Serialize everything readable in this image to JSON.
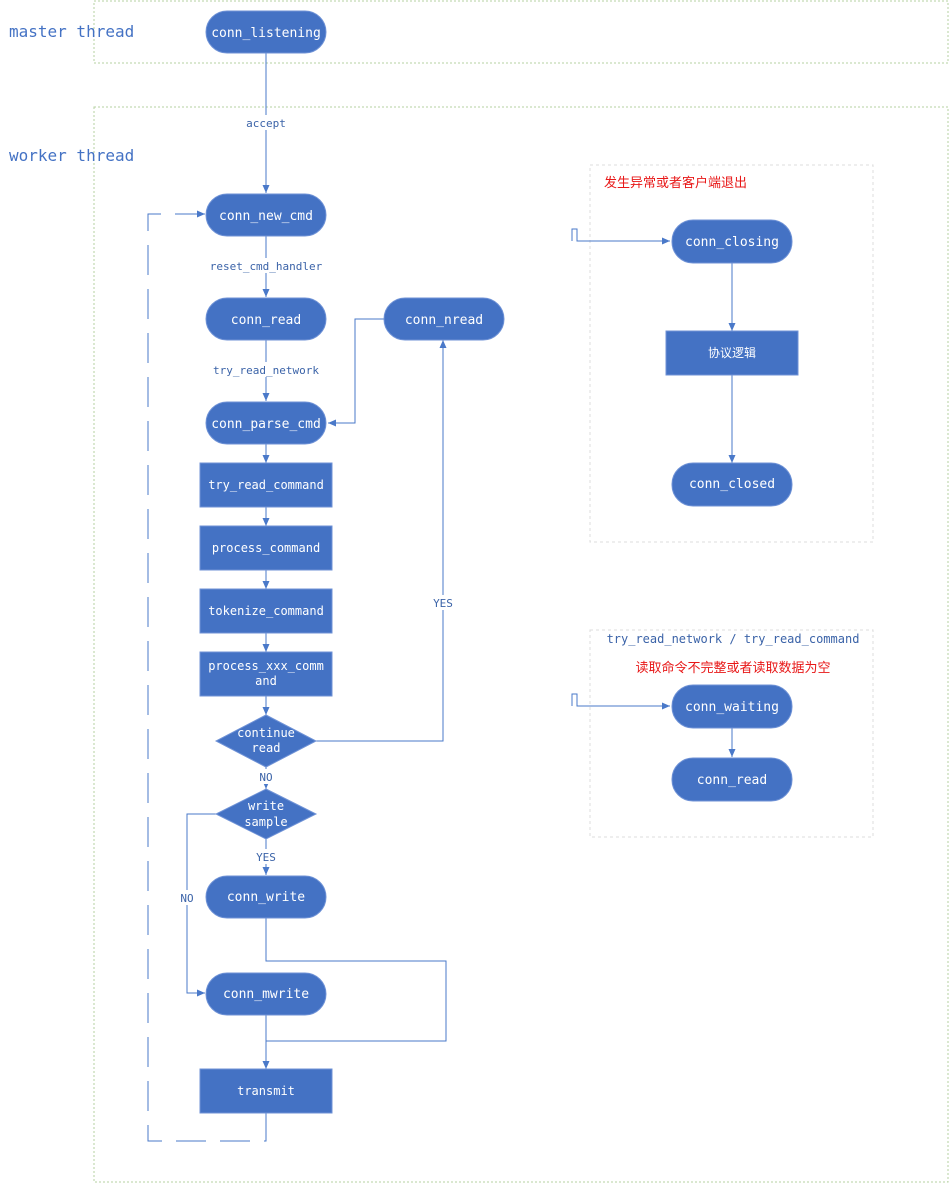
{
  "colors": {
    "node_fill": "#4472c4",
    "node_text": "#ffffff",
    "edge": "#4a79c9",
    "label_text": "#3b63a8",
    "zone_border": "#b5d0a0",
    "note_border": "#dcdcdc",
    "note_red": "#e81818"
  },
  "zones": {
    "master": "master thread",
    "worker": "worker thread"
  },
  "nodes": {
    "conn_listening": "conn_listening",
    "conn_new_cmd": "conn_new_cmd",
    "conn_read": "conn_read",
    "conn_nread": "conn_nread",
    "conn_parse_cmd": "conn_parse_cmd",
    "try_read_command": "try_read_command",
    "process_command": "process_command",
    "tokenize_command": "tokenize_command",
    "process_xxx_line1": "process_xxx_comm",
    "process_xxx_line2": "and",
    "continue_line1": "continue",
    "continue_line2": "read",
    "write_line1": "write",
    "write_line2": "sample",
    "conn_write": "conn_write",
    "conn_mwrite": "conn_mwrite",
    "transmit": "transmit",
    "conn_closing": "conn_closing",
    "protocol_logic": "协议逻辑",
    "conn_closed": "conn_closed",
    "conn_waiting": "conn_waiting",
    "conn_read_2": "conn_read"
  },
  "edge_labels": {
    "accept": "accept",
    "reset_cmd_handler": "reset_cmd_handler",
    "try_read_network": "try_read_network",
    "yes_continue": "YES",
    "no_continue": "NO",
    "yes_write": "YES",
    "no_write": "NO"
  },
  "notes": {
    "closing_note": "发生异常或者客户端退出",
    "waiting_title": "try_read_network / try_read_command",
    "waiting_note": "读取命令不完整或者读取数据为空"
  }
}
